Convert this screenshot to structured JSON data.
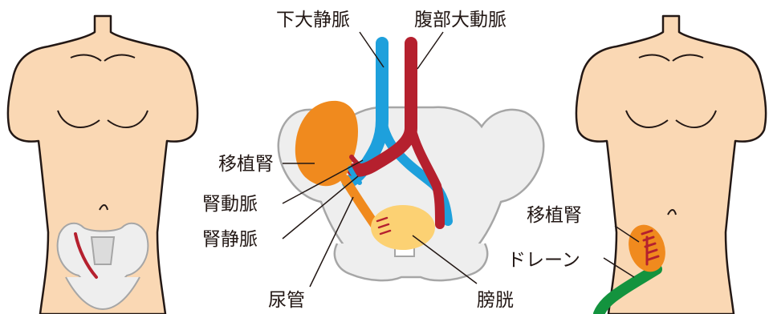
{
  "labels": {
    "ivc": "下大静脈",
    "aorta": "腹部大動脈",
    "transplanted_kidney": "移植腎",
    "renal_artery": "腎動脈",
    "renal_vein": "腎静脈",
    "ureter": "尿管",
    "bladder": "膀胱",
    "transplanted_kidney_right": "移植腎",
    "drain": "ドレーン"
  },
  "colors": {
    "skin": "#fad8b4",
    "kidney": "#f08a1e",
    "bladder": "#fcd173",
    "artery": "#b5202e",
    "vein": "#1ea0dc",
    "drain": "#13933e",
    "bone": "#eeeeee",
    "outline": "#231815"
  }
}
